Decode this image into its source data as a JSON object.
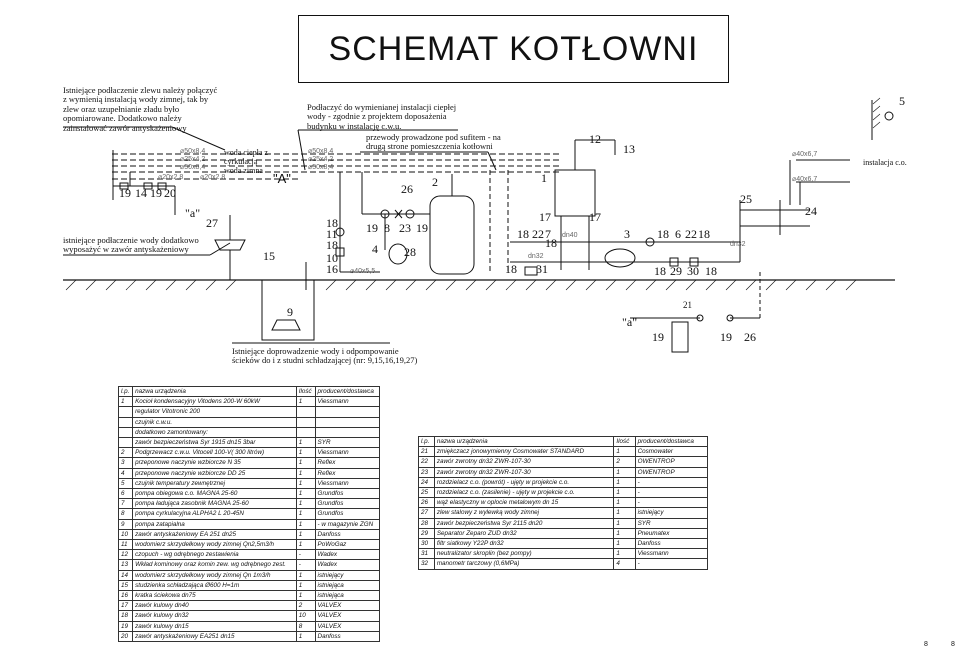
{
  "title": "SCHEMAT KOTŁOWNI",
  "notes": {
    "sink_note": [
      "Istniejące podłaczenie zlewu należy połączyć",
      "z wymienią instalacją wody zimnej, tak by",
      "zlew oraz uzupełnianie zładu było",
      "opomiarowane. Dodatkowo należy",
      "zainstalować zawór antyskażeniowy"
    ],
    "connect_note": [
      "Podłaczyć do wymienianej instalacji ciepłej",
      "wody - zgodnie z projektem doposażenia",
      "budynku w instalację c.w.u."
    ],
    "ceiling_note": [
      "przewody prowadzone pod sufitem - na",
      "drugą strone pomieszczenia kotłowni"
    ],
    "water_note": [
      "istniejące podłaczenie wody dodatkowo",
      "wyposażyć w zawór antyskażeniowy"
    ],
    "sewage_note": [
      "Istniejące doprowadzenie wody i odpompowanie",
      "ścieków do i z studni schładzającej (nr: 9,15,16,19,27)"
    ],
    "hot_water": "woda ciepła z",
    "circulation": "cyrkulacją",
    "cold_water": "woda zimna",
    "heating": "instalacja c.o."
  },
  "dims": {
    "d1": "⌀50x8,4",
    "d2": "⌀25x4,2",
    "d3": "⌀50x8,4",
    "d4": "⌀20x2,8",
    "d5": "⌀20x2,8",
    "d6": "⌀50x8,4",
    "d7": "⌀25x4,2",
    "d8": "⌀50x8,4",
    "d9": "⌀40x5,5",
    "d10": "⌀40x6,7",
    "d11": "⌀40x6,7",
    "d12": "dn32",
    "d13": "dn32",
    "d14": "dn40"
  },
  "labels": {
    "n19a": "19",
    "n14": "14",
    "n19b": "19",
    "n20": "20",
    "na": "\"a\"",
    "n27": "27",
    "n15": "15",
    "nA": "\"A\"",
    "n18a": "18",
    "n11": "11",
    "n18b": "18",
    "n10": "10",
    "n16": "16",
    "n19c": "19",
    "n8": "8",
    "n23": "23",
    "n19d": "19",
    "n4": "4",
    "n28": "28",
    "n26a": "26",
    "n2": "2",
    "n1": "1",
    "n12": "12",
    "n13": "13",
    "n17a": "17",
    "n17b": "17",
    "n18c": "18",
    "n22": "22",
    "n7": "7",
    "n18d": "18",
    "n18e": "18",
    "n31": "31",
    "n3": "3",
    "n18f": "18",
    "n6": "6",
    "n22b": "22",
    "n18g": "18",
    "n18h": "18",
    "n29": "29",
    "n30": "30",
    "n18i": "18",
    "n25": "25",
    "n24": "24",
    "n5": "5",
    "n9": "9",
    "n21": "21",
    "na2": "\"a\"",
    "n19e": "19",
    "n19f": "19",
    "n26b": "26"
  },
  "left_table": {
    "headers": [
      "l.p.",
      "nazwa urządzenia",
      "Ilość",
      "producent/dostawca"
    ],
    "rows": [
      [
        "1",
        "Kocioł kondensacyjny Vitodens 200-W 60kW",
        "1",
        "Viessmann"
      ],
      [
        "",
        "regulator Vitotronic 200",
        "",
        ""
      ],
      [
        "",
        "czujnik c.w.u.",
        "",
        ""
      ],
      [
        "",
        "dodatkowo zamontowany:",
        "",
        ""
      ],
      [
        "",
        "zawór bezpieczeństwa Syr 1915 dn15 3bar",
        "1",
        "SYR"
      ],
      [
        "2",
        "Podgrzewacz c.w.u. Vitocell 100-V( 300 litrów)",
        "1",
        "Viessmann"
      ],
      [
        "3",
        "przeponowe naczynie wzbiorcze N 35",
        "1",
        "Reflex"
      ],
      [
        "4",
        "przeponowe naczynie wzbiorcze DD 25",
        "1",
        "Reflex"
      ],
      [
        "5",
        "czujnik temperatury zewnętrznej",
        "1",
        "Viessmann"
      ],
      [
        "6",
        "pompa obiegowa c.o. MAGNA 25-60",
        "1",
        "Grundfos"
      ],
      [
        "7",
        "pompa ładująca zasobnik MAGNA 25-60",
        "1",
        "Grundfos"
      ],
      [
        "8",
        "pompa cyrkulacyjna ALPHA2 L 20-45N",
        "1",
        "Grundfos"
      ],
      [
        "9",
        "pompa zatapialna",
        "1",
        "- w magazynie ZGN"
      ],
      [
        "10",
        "zawór antyskażeniowy EA 251 dn25",
        "1",
        "Danfoss"
      ],
      [
        "11",
        "wodomierz skrzydełkowy wody zimnej Qn2,5m3/h",
        "1",
        "PoWoGaz"
      ],
      [
        "12",
        "czopuch - wg odrębnego zestawienia",
        "-",
        "Wadex"
      ],
      [
        "13",
        "Wkład kominowy oraz komin zew. wg odrębnego zest.",
        "-",
        "Wadex"
      ],
      [
        "14",
        "wodomierz skrzydełkowy wody zimnej Qn 1m3/h",
        "1",
        "istniejący"
      ],
      [
        "15",
        "studzienka schładzająca Ø600 H=1m",
        "1",
        "istniejąca"
      ],
      [
        "16",
        "kratka ściekowa dn75",
        "1",
        "istniejąca"
      ],
      [
        "17",
        "zawór kulowy dn40",
        "2",
        "VALVEX"
      ],
      [
        "18",
        "zawór kulowy dn32",
        "10",
        "VALVEX"
      ],
      [
        "19",
        "zawór kulowy dn15",
        "8",
        "VALVEX"
      ],
      [
        "20",
        "zawór antyskażeniowy EA251 dn15",
        "1",
        "Danfoss"
      ]
    ]
  },
  "right_table": {
    "headers": [
      "l.p.",
      "nazwa urządzenia",
      "Ilość",
      "producent/dostawca"
    ],
    "rows": [
      [
        "21",
        "zmiękczacz jonowymienny Cosmowater STANDARD",
        "1",
        "Cosmowater"
      ],
      [
        "22",
        "zawór zwrotny dn32 ZWR-107-30",
        "2",
        "OWENTROP"
      ],
      [
        "23",
        "zawór zwrotny dn32 ZWR-107-30",
        "1",
        "OWENTROP"
      ],
      [
        "24",
        "rozdzielacz c.o. (powrót) - ujęty w projekcie c.o.",
        "1",
        "-"
      ],
      [
        "25",
        "rozdzielacz c.o. (zasilenie) - ujęty w projekcie c.o.",
        "1",
        "-"
      ],
      [
        "26",
        "wąż elastyczny w oplocie metalowym dn 15",
        "1",
        "-"
      ],
      [
        "27",
        "zlew stalowy z wylewką wody zimnej",
        "1",
        "istniejący"
      ],
      [
        "28",
        "zawór bezpieczeństwa Syr 2115 dn20",
        "1",
        "SYR"
      ],
      [
        "29",
        "Separator Zeparo ZUD dn32",
        "1",
        "Pneumatex"
      ],
      [
        "30",
        "filtr siatkowy Y22P dn32",
        "1",
        "Danfoss"
      ],
      [
        "31",
        "neutralizator skroplin (bez pompy)",
        "1",
        "Viessmann"
      ],
      [
        "32",
        "manometr tarczowy (0,6MPa)",
        "4",
        "-"
      ]
    ]
  },
  "page_number": "8"
}
